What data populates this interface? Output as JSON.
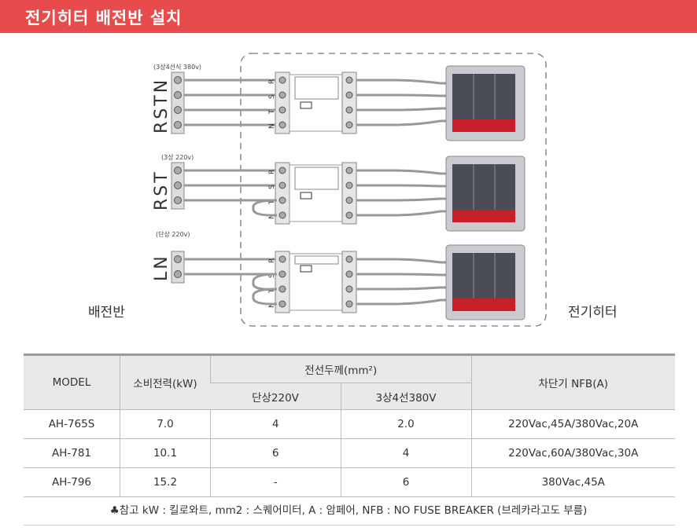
{
  "title": "전기히터 배전반 설치",
  "diagram": {
    "panel_label": "배전반",
    "heater_label": "전기히터",
    "sources": [
      {
        "note": "(3상4선식 380v)",
        "letters": "RSTN"
      },
      {
        "note": "(3상 220v)",
        "letters": "RST"
      },
      {
        "note": "(단상 220v)",
        "letters": "LN"
      }
    ],
    "terminal_letters": [
      "R",
      "S",
      "T",
      "N"
    ]
  },
  "table": {
    "headers": {
      "model": "MODEL",
      "power": "소비전력(kW)",
      "wire": "전선두께(mm²)",
      "single": "단상220V",
      "three": "3상4선380V",
      "nfb": "차단기 NFB(A)"
    },
    "rows": [
      {
        "model": "AH-765S",
        "power": "7.0",
        "single": "4",
        "three": "2.0",
        "nfb": "220Vac,45A/380Vac,20A"
      },
      {
        "model": "AH-781",
        "power": "10.1",
        "single": "6",
        "three": "4",
        "nfb": "220Vac,60A/380Vac,30A"
      },
      {
        "model": "AH-796",
        "power": "15.2",
        "single": "-",
        "three": "6",
        "nfb": "380Vac,45A"
      }
    ]
  },
  "footnote": "♣참고 kW : 킬로와트, mm2 : 스퀘어미터, A : 암페어, NFB : NO FUSE BREAKER (브레카라고도 부름)",
  "colors": {
    "brand": "#e84b4b",
    "heater_red": "#c8202a"
  }
}
